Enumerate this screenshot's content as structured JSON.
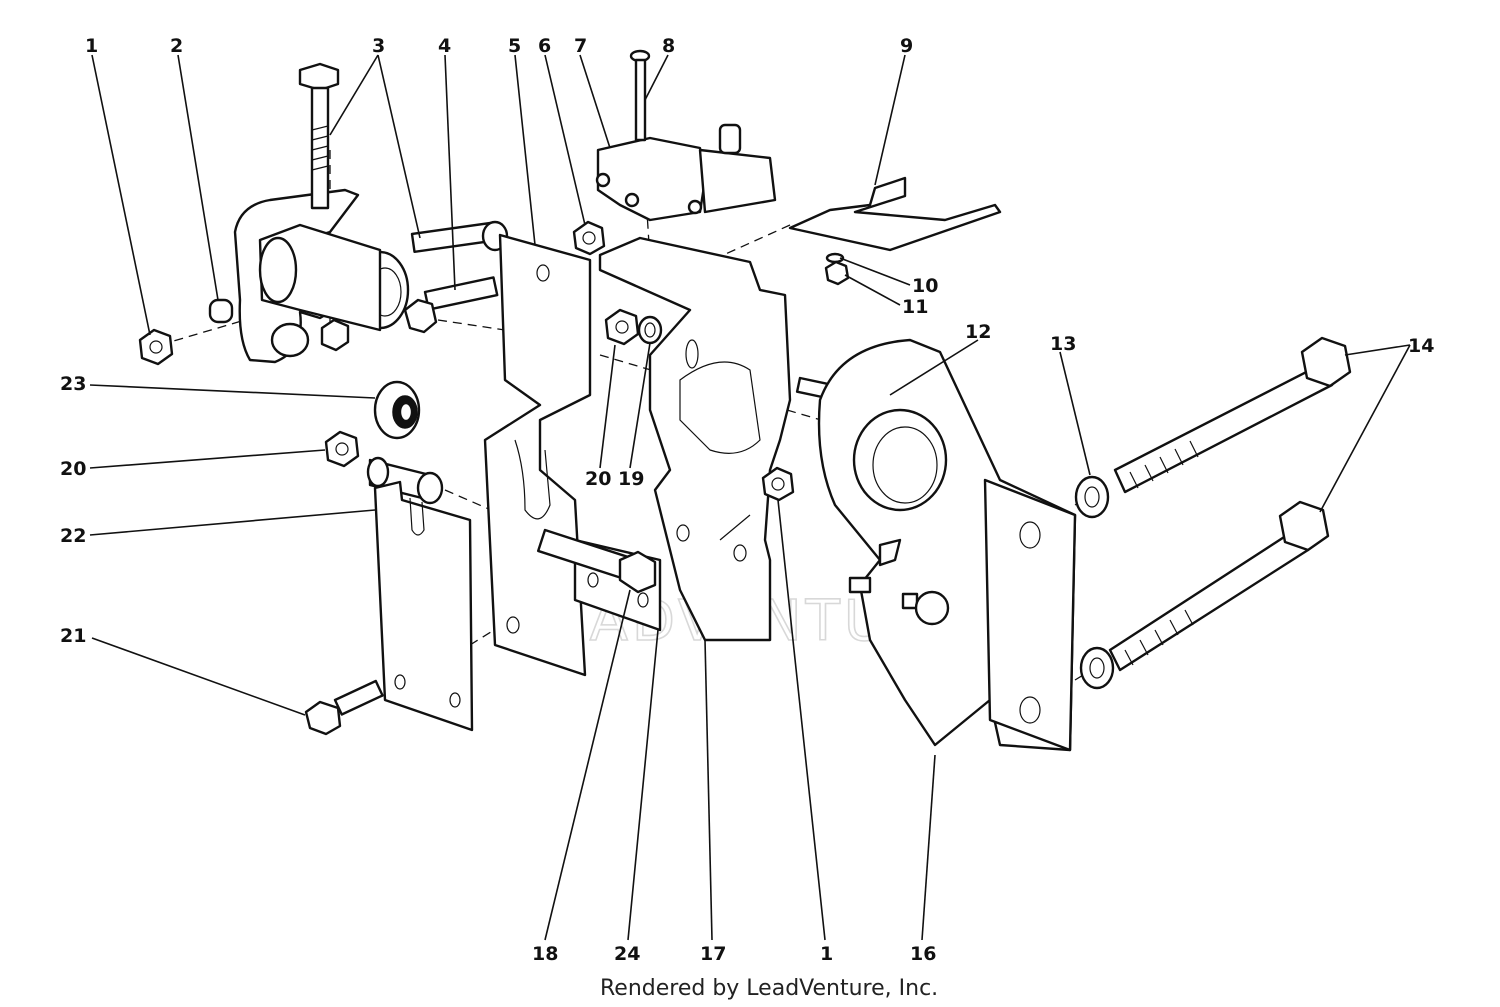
{
  "labels": {
    "l1": "1",
    "l2": "2",
    "l3": "3",
    "l4": "4",
    "l5": "5",
    "l6": "6",
    "l7": "7",
    "l8": "8",
    "l9": "9",
    "l10": "10",
    "l11": "11",
    "l12": "12",
    "l13": "13",
    "l14": "14",
    "l16": "16",
    "l17": "17",
    "l18": "18",
    "l19": "19",
    "l20a": "20",
    "l20b": "20",
    "l21": "21",
    "l22": "22",
    "l23": "23",
    "l24": "24",
    "l1b": "1"
  },
  "watermark": "LEADVENTURE",
  "footer": "Rendered by LeadVenture, Inc."
}
